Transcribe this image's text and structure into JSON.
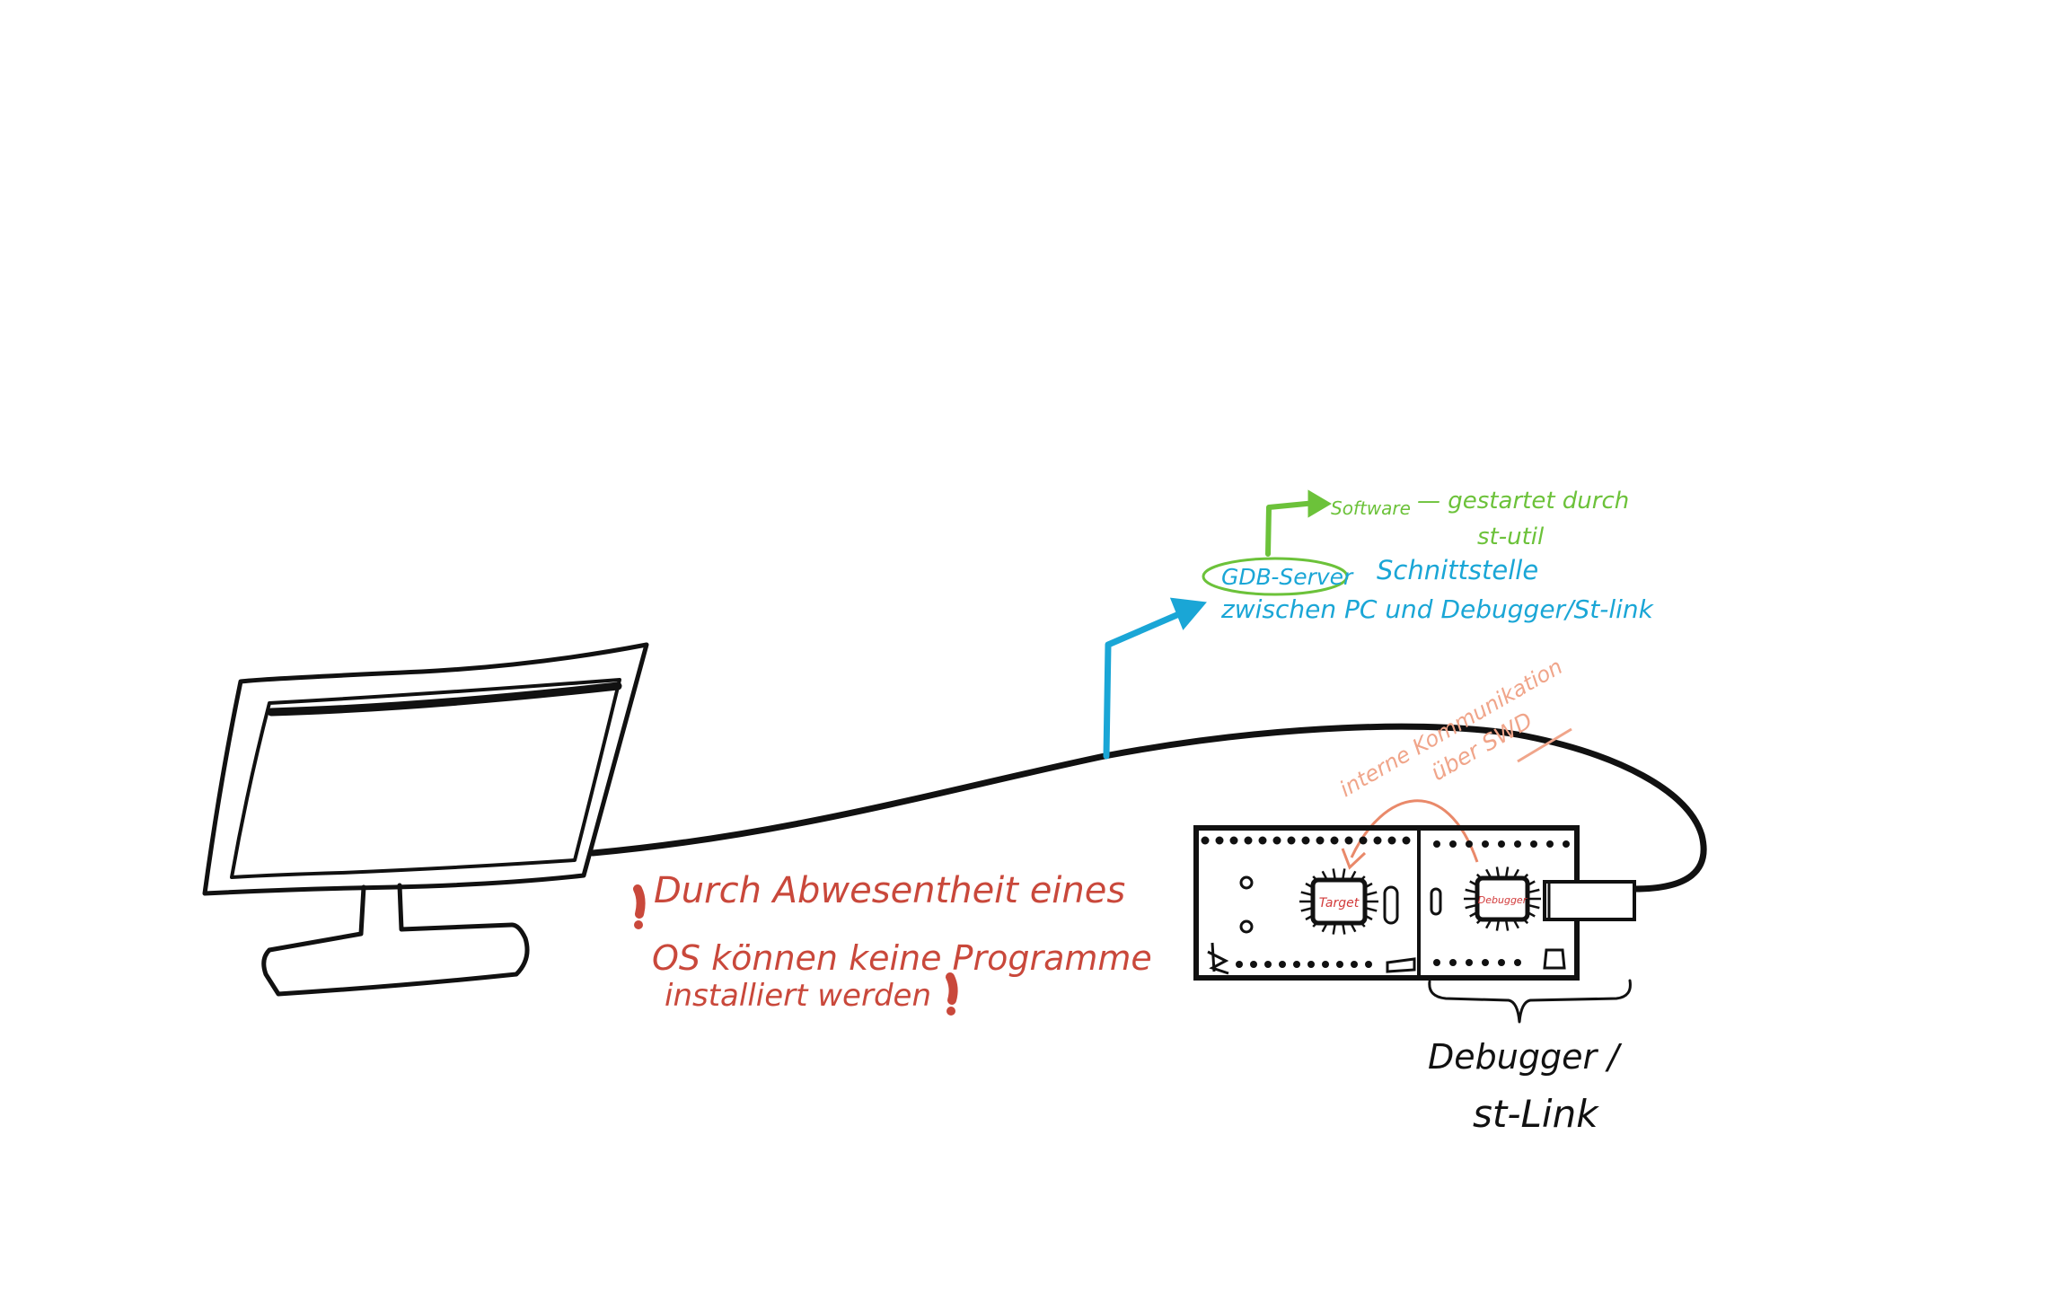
{
  "colors": {
    "ink": "#111111",
    "warning_red": "#c9483b",
    "blue": "#1aa6d6",
    "green": "#6cc23a",
    "salmon": "#f0a58a",
    "chip_red": "#d23a3a"
  },
  "warning": {
    "line1": "Durch Abwesentheit eines",
    "line2": "OS können keine Programme",
    "line3": "installiert werden"
  },
  "gdb": {
    "label": "GDB-Server",
    "desc_line1": "Schnittstelle",
    "desc_line2": "zwischen PC und Debugger/St-link"
  },
  "software": {
    "label": "Software",
    "desc_line1": "— gestartet durch",
    "desc_line2": "st-util"
  },
  "swd": {
    "line1": "interne Kommunikation",
    "line2": "über SWD"
  },
  "board": {
    "target_chip": "Target",
    "debugger_chip": "Debugger"
  },
  "debugger_caption": {
    "line1": "Debugger /",
    "line2": "st-Link"
  },
  "icons": {
    "monitor": "monitor-icon",
    "board": "microcontroller-board-icon",
    "exclamation": "exclamation-icon"
  }
}
